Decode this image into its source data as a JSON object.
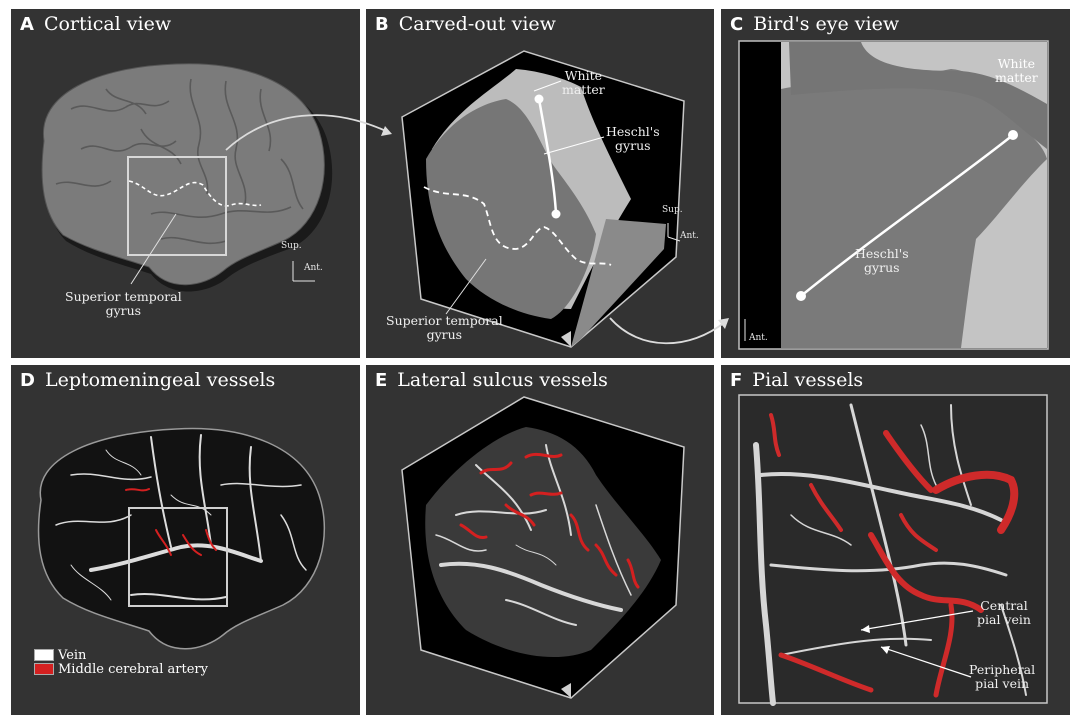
{
  "panels": {
    "a": {
      "letter": "A",
      "title": "Cortical view",
      "label_stg_1": "Superior temporal",
      "label_stg_2": "gyrus",
      "axis_sup": "Sup.",
      "axis_ant": "Ant."
    },
    "b": {
      "letter": "B",
      "title": "Carved-out view",
      "label_wm_1": "White",
      "label_wm_2": "matter",
      "label_hg_1": "Heschl's",
      "label_hg_2": "gyrus",
      "label_stg_1": "Superior temporal",
      "label_stg_2": "gyrus",
      "axis_sup": "Sup.",
      "axis_ant": "Ant."
    },
    "c": {
      "letter": "C",
      "title": "Bird's eye view",
      "label_wm_1": "White",
      "label_wm_2": "matter",
      "label_hg_1": "Heschl's",
      "label_hg_2": "gyrus",
      "axis_ant": "Ant."
    },
    "d": {
      "letter": "D",
      "title": "Leptomeningeal vessels",
      "legend": [
        {
          "label": "Vein",
          "color": "#ffffff"
        },
        {
          "label": "Middle cerebral artery",
          "color": "#d42020"
        }
      ]
    },
    "e": {
      "letter": "E",
      "title": "Lateral sulcus vessels"
    },
    "f": {
      "letter": "F",
      "title": "Pial vessels",
      "label_cpv_1": "Central",
      "label_cpv_2": "pial vein",
      "label_ppv_1": "Peripheral",
      "label_ppv_2": "pial vein"
    }
  },
  "colors": {
    "panel_bg": "#333333",
    "tissue": "#7a7a7a",
    "white_matter": "#c8c8c8",
    "vein": "#e8e8e8",
    "artery": "#d42020"
  }
}
